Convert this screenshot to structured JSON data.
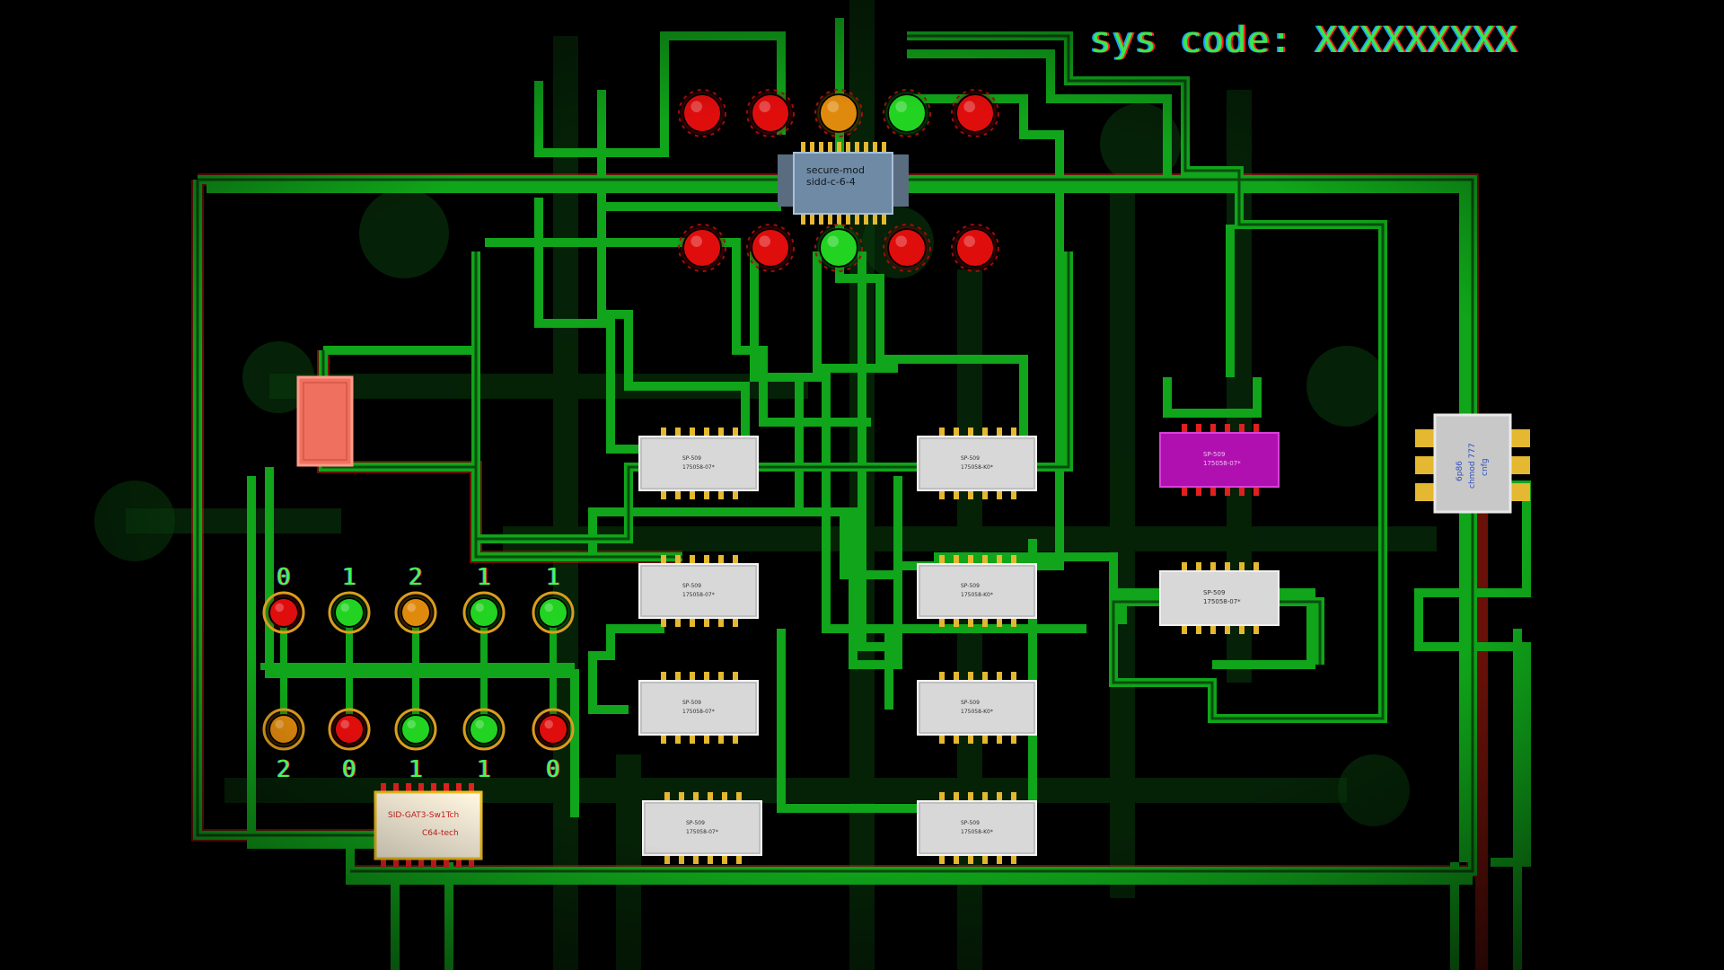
{
  "sys_code": {
    "label": "sys code:",
    "value": "XXXXXXXXX"
  },
  "colors": {
    "trace": "#10a51a",
    "trace_dark": "#0a3d0c",
    "led_red": "#e01010",
    "led_green": "#22d322",
    "led_orange": "#e08a10",
    "chip_grey": "#d8d8d8",
    "chip_magenta": "#b010b0",
    "chip_salmon": "#f07060",
    "label_green": "#44ff44"
  },
  "secure_module": {
    "line1": "secure-mod",
    "line2": "sidd-c-6-4"
  },
  "top_leds": [
    "red",
    "red",
    "orange",
    "green",
    "red"
  ],
  "bottom_leds": [
    "red",
    "red",
    "green",
    "red",
    "red"
  ],
  "upper_switch": {
    "labels": [
      "0",
      "1",
      "2",
      "1",
      "1"
    ],
    "leds": [
      "red",
      "green",
      "orange",
      "green",
      "green"
    ]
  },
  "lower_switch": {
    "labels": [
      "2",
      "0",
      "1",
      "1",
      "0"
    ],
    "leds": [
      "orange",
      "red",
      "green",
      "green",
      "red"
    ]
  },
  "gate_chip": {
    "line1": "SID-GAT3-Sw1Tch",
    "line2": "C64-tech"
  },
  "logic_chips": [
    {
      "line1": "SP-509",
      "line2": "175058-07*"
    },
    {
      "line1": "SP-509",
      "line2": "175058-K0*"
    },
    {
      "line1": "SP-509",
      "line2": "175058-07*"
    },
    {
      "line1": "SP-509",
      "line2": "175058-K0*"
    },
    {
      "line1": "SP-509",
      "line2": "175058-07*"
    },
    {
      "line1": "SP-509",
      "line2": "175058-K0*"
    },
    {
      "line1": "SP-509",
      "line2": "175058-07*"
    },
    {
      "line1": "SP-509",
      "line2": "175058-K0*"
    }
  ],
  "magenta_chip": {
    "line1": "SP-509",
    "line2": "175058-07*"
  },
  "right_small_chip": {
    "line1": "SP-509",
    "line2": "175058-07*"
  },
  "side_module": {
    "line1": "6p86",
    "line2": "chmod 777",
    "line3": "cnfg"
  }
}
